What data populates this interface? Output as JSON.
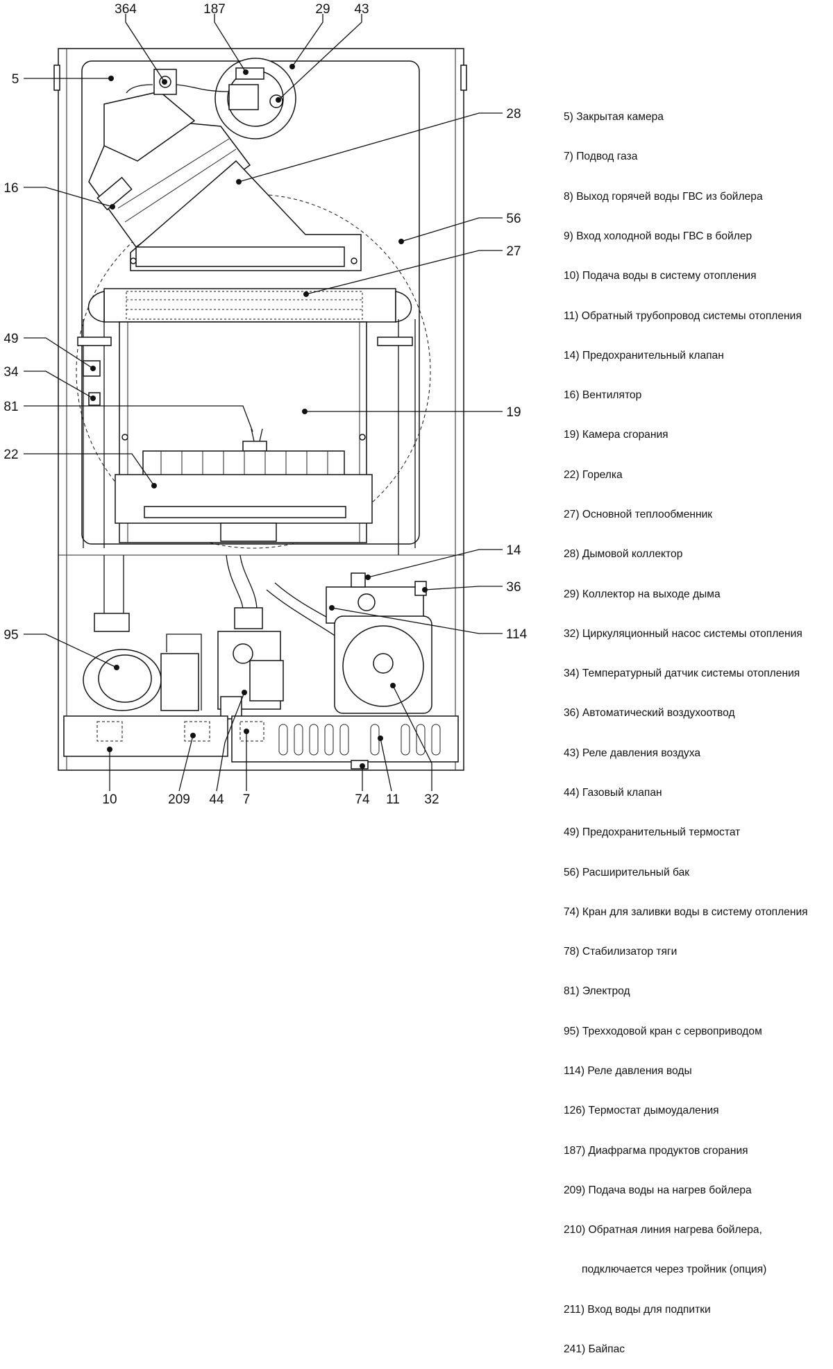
{
  "callouts": {
    "c364": "364",
    "c187": "187",
    "c29": "29",
    "c43": "43",
    "c5": "5",
    "c28": "28",
    "c16": "16",
    "c56": "56",
    "c27": "27",
    "c49": "49",
    "c34": "34",
    "c81": "81",
    "c19": "19",
    "c22": "22",
    "c14": "14",
    "c36": "36",
    "c114": "114",
    "c95": "95",
    "c10": "10",
    "c209": "209",
    "c44": "44",
    "c7": "7",
    "c74": "74",
    "c11": "11",
    "c32": "32"
  },
  "legend": [
    "5) Закрытая камера",
    "7) Подвод газа",
    "8) Выход горячей воды ГВС из бойлера",
    "9) Вход холодной воды ГВС в бойлер",
    "10) Подача воды в систему отопления",
    "11) Обратный трубопровод системы отопления",
    "14) Предохранительный клапан",
    "16) Вентилятор",
    "19) Камера сгорания",
    "22) Горелка",
    "27) Основной теплообменник",
    "28) Дымовой коллектор",
    "29) Коллектор на выходе дыма",
    "32) Циркуляционный насос системы отопления",
    "34) Температурный датчик системы отопления",
    "36) Автоматический воздухоотвод",
    "43) Реле давления воздуха",
    "44) Газовый клапан",
    "49) Предохранительный термостат",
    "56) Расширительный бак",
    "74) Кран для заливки воды в систему отопления",
    "78) Стабилизатор тяги",
    "81) Электрод",
    "95) Трехходовой кран с сервоприводом",
    "114) Реле давления воды",
    "126) Термостат дымоудаления",
    "187) Диафрагма продуктов сгорания",
    "209) Подача воды на нагрев бойлера",
    "210) Обратная линия нагрева бойлера,",
    "      подключается через тройник (опция)",
    "211) Вход воды для подпитки",
    "241) Байпас"
  ]
}
